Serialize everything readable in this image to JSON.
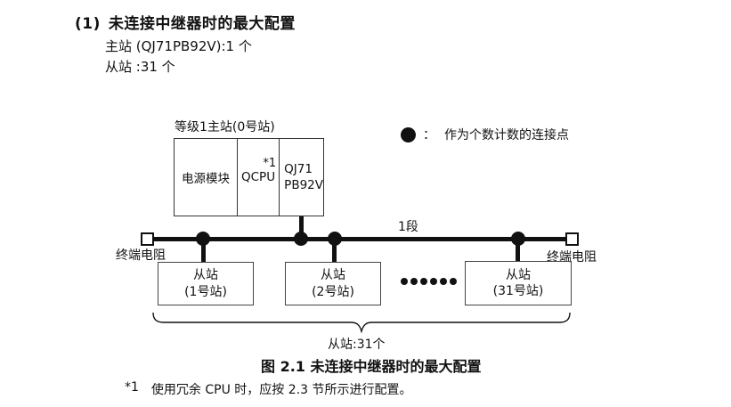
{
  "page": {
    "heading_number": "(1)",
    "heading_text": "未连接中继器时的最大配置",
    "spec_master": "主站 (QJ71PB92V):1 个",
    "spec_slave": "从站 :31 个"
  },
  "legend": {
    "symbol": "filled-circle",
    "separator": "：",
    "text": "作为个数计数的连接点"
  },
  "diagram": {
    "master_label": "等级1主站(0号站)",
    "master_cells": {
      "power": "电源模块",
      "cpu": "QCPU",
      "cpu_note": "*1",
      "net_line1": "QJ71",
      "net_line2": "PB92V"
    },
    "segment_label": "1段",
    "terminator_left_label": "终端电阻",
    "terminator_right_label": "终端电阻",
    "slaves": [
      {
        "line1": "从站",
        "line2": "(1号站)"
      },
      {
        "line1": "从站",
        "line2": "(2号站)"
      },
      {
        "line1": "从站",
        "line2": "(31号站)"
      }
    ],
    "brace_label": "从站:31个"
  },
  "caption": "图 2.1 未连接中继器时的最大配置",
  "footnote": {
    "marker": "*1",
    "text": "使用冗余 CPU 时，应按 2.3 节所示进行配置。"
  },
  "colors": {
    "ink": "#111111",
    "background": "#ffffff"
  }
}
